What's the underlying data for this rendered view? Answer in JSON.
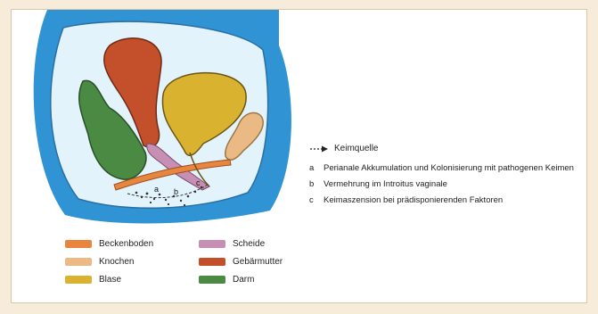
{
  "keimquelle": {
    "label": "Keimquelle",
    "icon": "dashed-arrow-icon"
  },
  "notes": [
    {
      "letter": "a",
      "text": "Perianale Akkumulation und Kolonisierung mit pathogenen Keimen"
    },
    {
      "letter": "b",
      "text": "Vermehrung im Introitus vaginale"
    },
    {
      "letter": "c",
      "text": "Keimaszension bei prädisponierenden Faktoren"
    }
  ],
  "diagram_labels": {
    "a": "a",
    "b": "b",
    "c": "c"
  },
  "legend": [
    {
      "label": "Beckenboden",
      "color": "#e8853f"
    },
    {
      "label": "Scheide",
      "color": "#c78fb4"
    },
    {
      "label": "Knochen",
      "color": "#eab984"
    },
    {
      "label": "Gebärmutter",
      "color": "#c4502b"
    },
    {
      "label": "Blase",
      "color": "#d9b22f"
    },
    {
      "label": "Darm",
      "color": "#4b8a43"
    }
  ],
  "colors": {
    "skin": "#2f93d4",
    "cavity": "#cfe9f6",
    "pelvic_floor": "#e8853f",
    "vagina": "#c78fb4",
    "bone": "#eab984",
    "uterus": "#c4502b",
    "bladder": "#d9b22f",
    "bowel": "#4b8a43"
  }
}
